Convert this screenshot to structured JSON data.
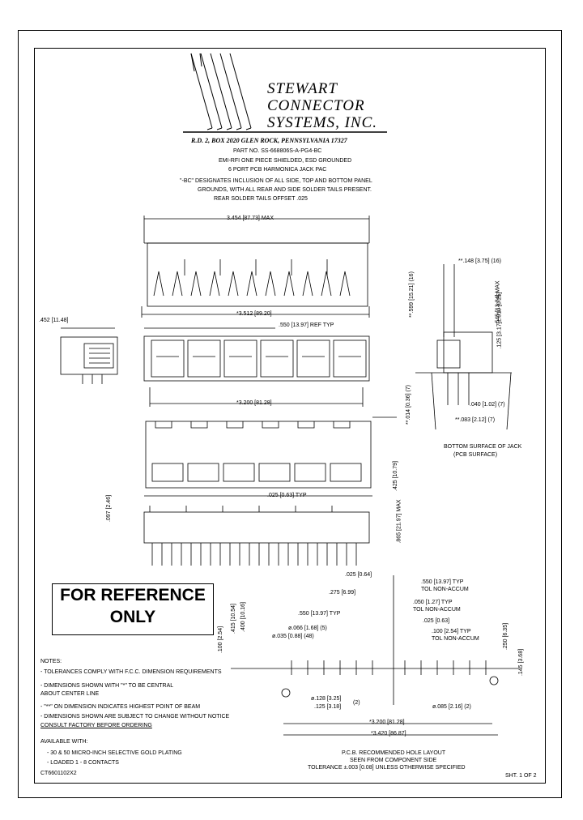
{
  "company": {
    "line1": "STEWART",
    "line2": "CONNECTOR",
    "line3": "SYSTEMS,  INC.",
    "address": "R.D. 2, BOX 2020   GLEN ROCK, PENNSYLVANIA   17327"
  },
  "part": {
    "number": "PART NO. SS-668806S-A-PG4-BC",
    "desc1": "EMI-RFI ONE PIECE SHIELDED, ESD GROUNDED",
    "desc2": "6 PORT PCB HARMONICA JACK PAC",
    "note1": "\"-BC\" DESIGNATES INCLUSION OF ALL SIDE, TOP AND BOTTOM PANEL",
    "note2": "GROUNDS, WITH ALL REAR AND SIDE SOLDER TAILS PRESENT.",
    "note3": "REAR SOLDER TAILS OFFSET .025"
  },
  "dims": {
    "d1": "3.454 [87.73] MAX",
    "d2": "*3.512 [89.20]",
    "d3": ".452 [11.48]",
    "d4": ".550 [13.97] REF TYP",
    "d5": "*3.200 [81.28]",
    "d6": ".097 [2.46]",
    "d7": ".025 [0.63] TYP",
    "d8": ".425 [10.79]",
    "d9": ".865 [21.97] MAX",
    "d10": "**.148 [3.75] (16)",
    "d11": "**.599 [15.21] (16)",
    "d12": ".545 [13.84] MAX",
    "d13": ".125 [3.17]±.010 [0.25]",
    "d14": ".040 [1.02] (7)",
    "d15": "**.014 [0.36] (7)",
    "d16": "**.083 [2.12] (7)",
    "d17": "BOTTOM SURFACE OF JACK",
    "d18": "(PCB SURFACE)",
    "p1": ".025 [0.64]",
    "p2": ".275 [6.99]",
    "p3": ".550 [13.97] TYP",
    "p4": "TOL NON-ACCUM",
    "p5": ".050 [1.27] TYP",
    "p6": "TOL NON-ACCUM",
    "p7": ".025 [0.63]",
    "p8": ".100 [2.54] TYP",
    "p9": "TOL NON-ACCUM",
    "p10": ".550 [13.97] TYP",
    "p11": "ø.066 [1.68] (5)",
    "p12": "ø.035 [0.88] (48)",
    "p13": ".415 [10.54]",
    "p14": ".400 [10.16]",
    "p15": ".100 [2.54]",
    "p16": ".250 [6.35]",
    "p17": ".145 [3.68]",
    "p18": "ø.128 [3.25]",
    "p19": ".125 [3.18]",
    "p20": "(2)",
    "p21": "ø.085 [2.16] (2)",
    "p22": "*3.200 [81.28]",
    "p23": "*3.420 [86.87]"
  },
  "reference": {
    "line1": "FOR REFERENCE",
    "line2": "ONLY"
  },
  "notes": {
    "title": "NOTES:",
    "n1": "- TOLERANCES COMPLY WITH F.C.C. DIMENSION REQUIREMENTS",
    "n2": "- DIMENSIONS SHOWN WITH \"*\" TO BE CENTRAL",
    "n2b": "  ABOUT CENTER LINE",
    "n3": "- \"**\" ON DIMENSION INDICATES HIGHEST POINT OF BEAM",
    "n4": "- DIMENSIONS SHOWN ARE SUBJECT TO CHANGE WITHOUT NOTICE",
    "n4b": "  CONSULT FACTORY BEFORE ORDERING",
    "avail_title": "AVAILABLE WITH:",
    "a1": "- 30 & 50 MICRO-INCH SELECTIVE GOLD PLATING",
    "a2": "- LOADED  1 - 8 CONTACTS",
    "code": "CT6601102X2"
  },
  "pcb": {
    "l1": "P.C.B. RECOMMENDED HOLE LAYOUT",
    "l2": "SEEN FROM COMPONENT SIDE",
    "l3": "TOLERANCE ±.003 [0.08] UNLESS OTHERWISE SPECIFIED"
  },
  "sheet": "SHT. 1 OF 2"
}
